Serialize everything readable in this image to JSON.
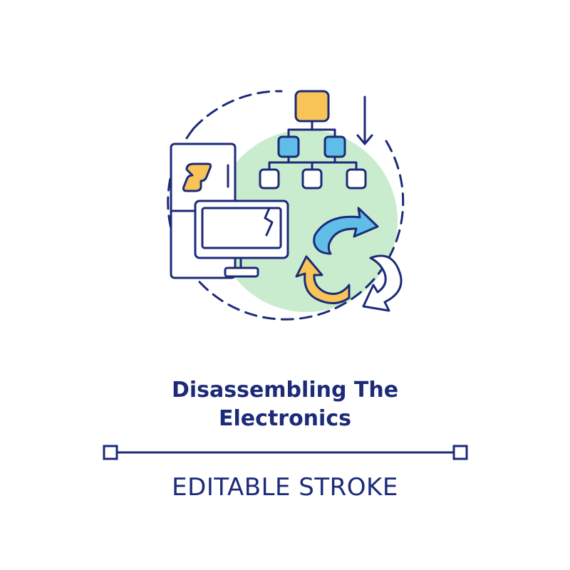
{
  "title": {
    "line1": "Disassembling The",
    "line2": "Electronics"
  },
  "caption": "EDITABLE STROKE",
  "colors": {
    "stroke": "#1c2a78",
    "green": "#c9ecce",
    "orange": "#f8c458",
    "blue": "#5fbde8",
    "white": "#ffffff"
  },
  "icons": {
    "dashed_circle": "dashed-circle-icon",
    "hierarchy": "hierarchy-tree-icon",
    "fridge": "refrigerator-icon",
    "monitor": "broken-monitor-icon",
    "recycle": "recycle-arrows-icon",
    "down_arrow": "down-arrow-icon"
  }
}
